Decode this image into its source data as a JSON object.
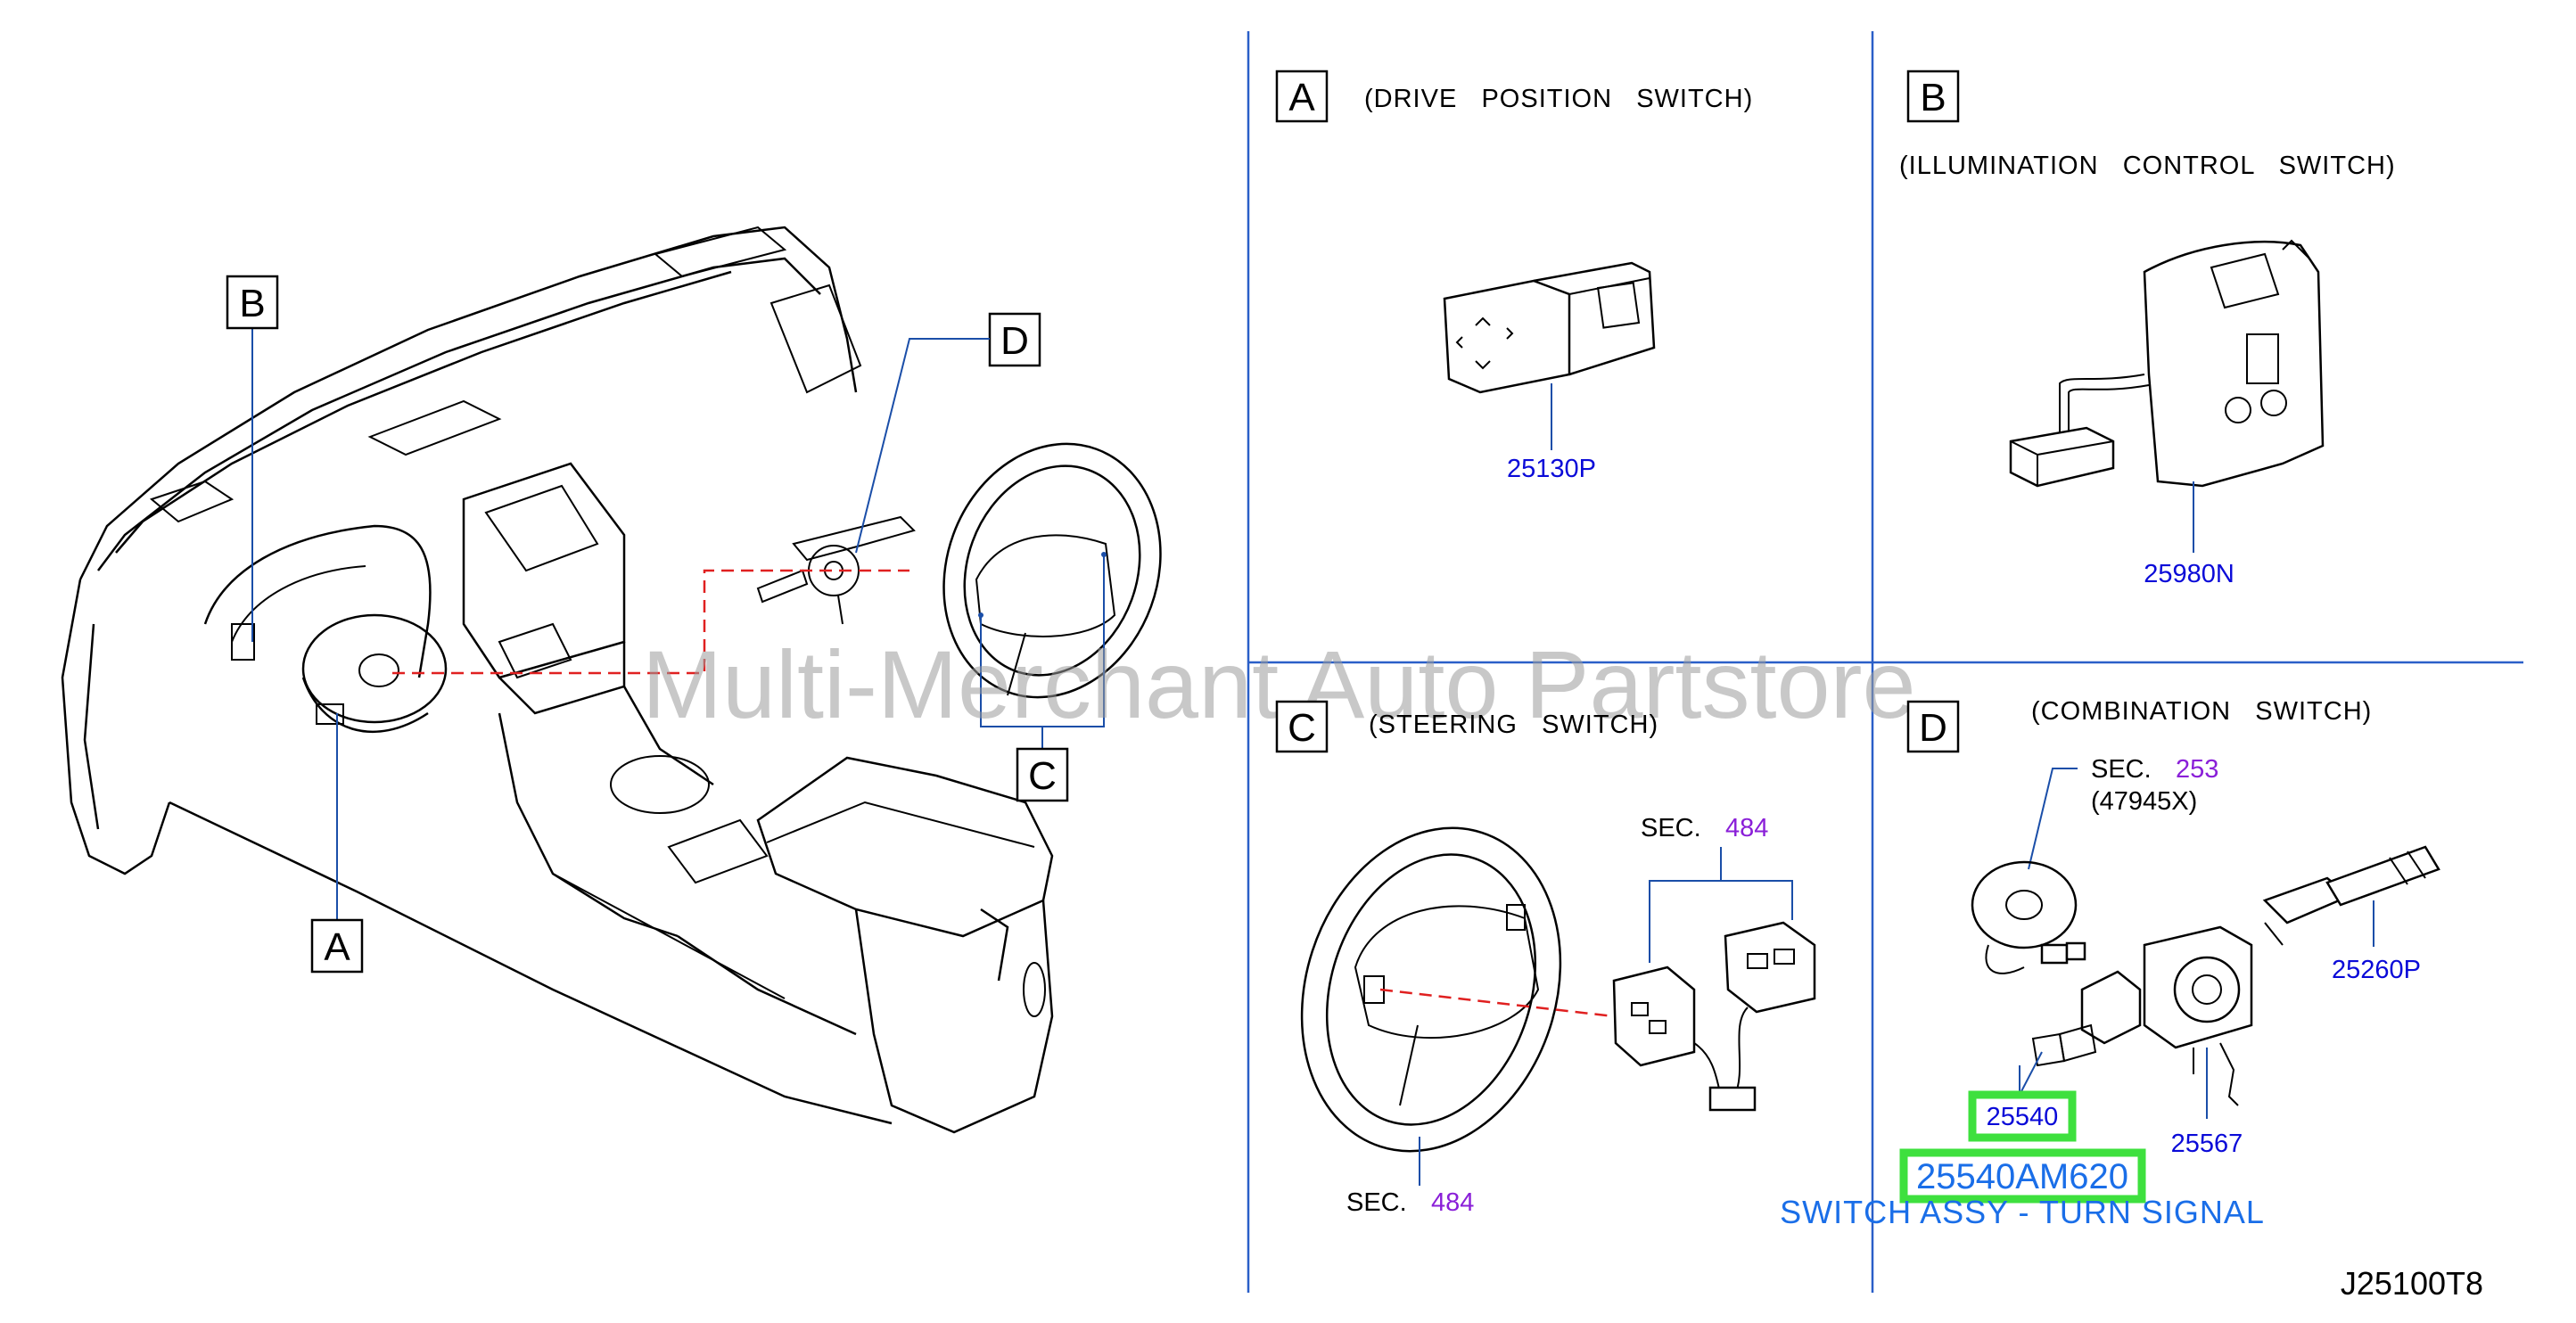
{
  "callouts": {
    "main_a": "A",
    "main_b": "B",
    "main_c": "C",
    "main_d": "D"
  },
  "sections": {
    "a": {
      "letter": "A",
      "title": "(DRIVE   POSITION   SWITCH)"
    },
    "b": {
      "letter": "B",
      "title": "(ILLUMINATION   CONTROL   SWITCH)"
    },
    "c": {
      "letter": "C",
      "title": "(STEERING   SWITCH)"
    },
    "d": {
      "letter": "D",
      "title": "(COMBINATION   SWITCH)"
    }
  },
  "parts": {
    "p25130p": "25130P",
    "p25980n": "25980N",
    "p25260p": "25260P",
    "p25540": "25540",
    "p25567": "25567"
  },
  "section_refs": {
    "c_sec_top": {
      "label": "SEC.",
      "num": "484"
    },
    "c_sec_bottom": {
      "label": "SEC.",
      "num": "484"
    },
    "d_sec": {
      "label": "SEC.",
      "num": "253",
      "sub": "(47945X)"
    }
  },
  "highlight": {
    "part_number": "25540AM620",
    "description": "SWITCH ASSY - TURN SIGNAL",
    "color": "#3ee03e"
  },
  "watermark": "Multi-Merchant Auto Partstore",
  "diagram_code": "J25100T8"
}
